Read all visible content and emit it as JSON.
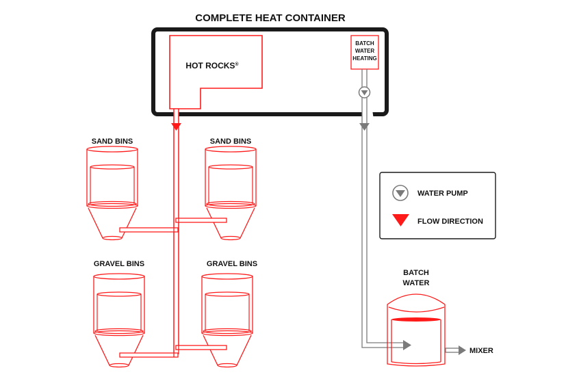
{
  "title": "COMPLETE HEAT CONTAINER",
  "colors": {
    "red": "#ff1a1a",
    "gray": "#7a7a7a",
    "container_border": "#1a1a1a",
    "text": "#111111"
  },
  "container": {
    "hot_rocks_label": "HOT ROCKS",
    "hot_rocks_mark": "®",
    "batch_water_heating_lines": [
      "BATCH",
      "WATER",
      "HEATING"
    ]
  },
  "bins": [
    {
      "label": "SAND BINS",
      "position": "top-left"
    },
    {
      "label": "SAND BINS",
      "position": "top-right"
    },
    {
      "label": "GRAVEL BINS",
      "position": "bottom-left"
    },
    {
      "label": "GRAVEL BINS",
      "position": "bottom-right"
    }
  ],
  "legend": {
    "items": [
      {
        "icon": "water-pump-icon",
        "label": "WATER PUMP"
      },
      {
        "icon": "flow-direction-icon",
        "label": "FLOW DIRECTION"
      }
    ]
  },
  "batch_water": {
    "label_lines": [
      "BATCH",
      "WATER"
    ]
  },
  "output_label": "MIXER"
}
